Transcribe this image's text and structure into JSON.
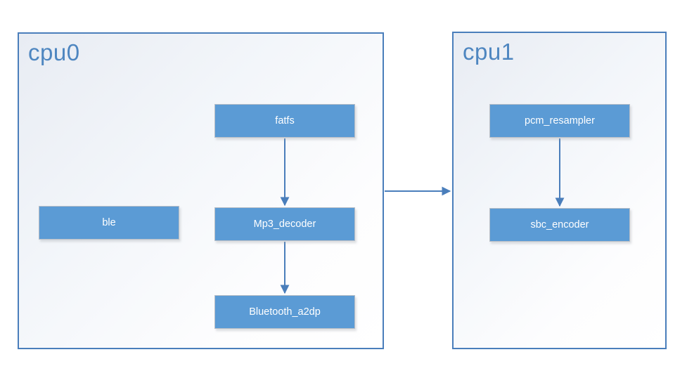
{
  "diagram": {
    "containers": [
      {
        "id": "cpu0",
        "label": "cpu0",
        "nodes": [
          {
            "id": "fatfs",
            "label": "fatfs"
          },
          {
            "id": "ble",
            "label": "ble"
          },
          {
            "id": "mp3_decoder",
            "label": "Mp3_decoder"
          },
          {
            "id": "bluetooth_a2dp",
            "label": "Bluetooth_a2dp"
          }
        ]
      },
      {
        "id": "cpu1",
        "label": "cpu1",
        "nodes": [
          {
            "id": "pcm_resampler",
            "label": "pcm_resampler"
          },
          {
            "id": "sbc_encoder",
            "label": "sbc_encoder"
          }
        ]
      }
    ],
    "edges": [
      {
        "from": "fatfs",
        "to": "Mp3_decoder"
      },
      {
        "from": "Mp3_decoder",
        "to": "Bluetooth_a2dp"
      },
      {
        "from": "cpu0",
        "to": "cpu1"
      },
      {
        "from": "pcm_resampler",
        "to": "sbc_encoder"
      }
    ],
    "colors": {
      "node_fill": "#5b9bd5",
      "node_border": "#b9bfc7",
      "node_text": "#ffffff",
      "container_border": "#4a7ebb",
      "container_label_text": "#4e86c0",
      "container_bg_top": "#e8ecf3",
      "container_bg_bottom": "#ffffff",
      "arrow": "#4a7ebb"
    }
  }
}
